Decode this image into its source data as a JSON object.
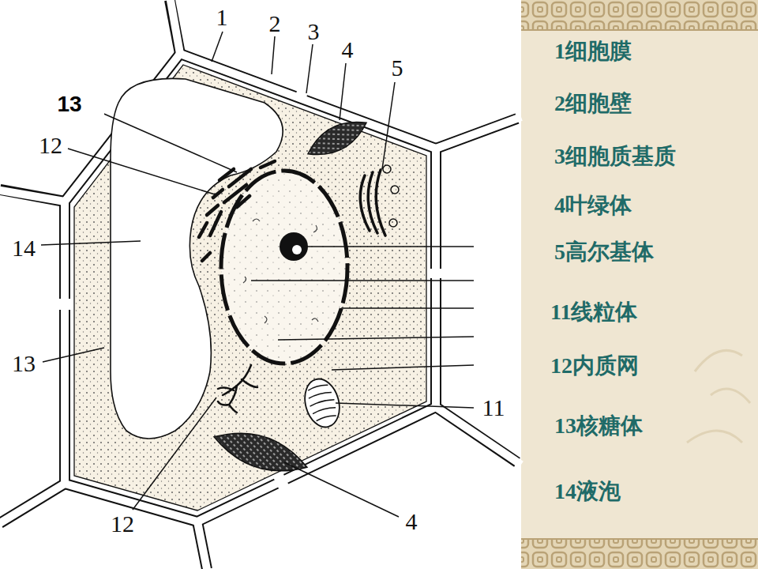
{
  "diagram": {
    "labels": [
      "1",
      "2",
      "3",
      "4",
      "5",
      "13",
      "12",
      "14",
      "13",
      "12",
      "4",
      "11",
      "1细胞膜",
      "2细胞壁",
      "3细胞质基质",
      "4叶绿体",
      "5高尔基体",
      "11线粒体",
      "12内质网",
      "13核糖体",
      "14液泡"
    ]
  }
}
